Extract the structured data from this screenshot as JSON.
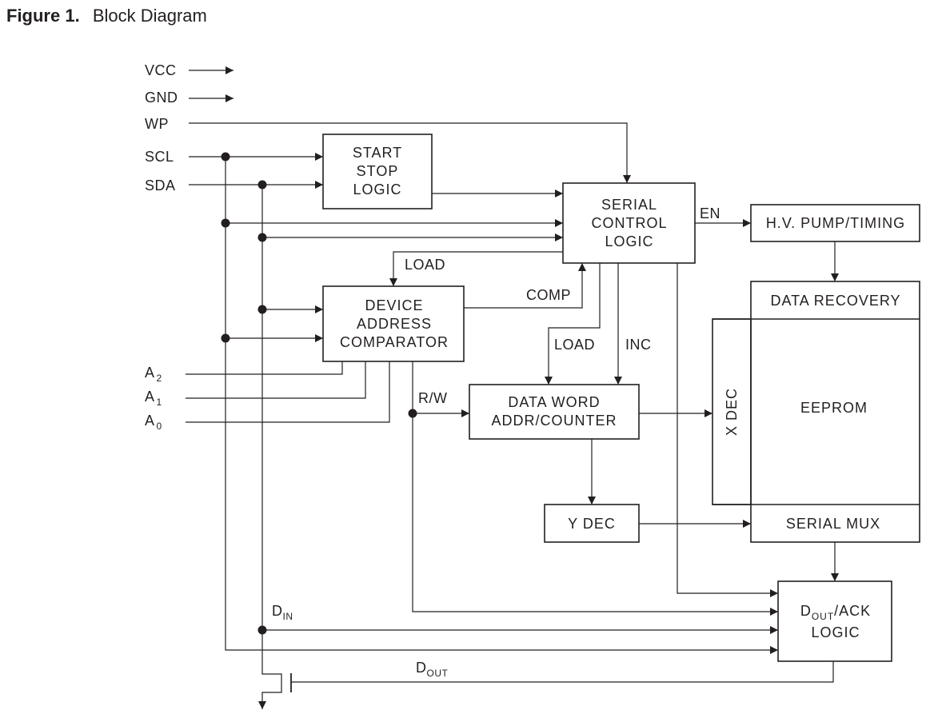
{
  "figure": {
    "number": "Figure 1.",
    "title": "Block Diagram"
  },
  "pins": {
    "vcc": "VCC",
    "gnd": "GND",
    "wp": "WP",
    "scl": "SCL",
    "sda": "SDA",
    "a2": {
      "base": "A",
      "sub": "2"
    },
    "a1": {
      "base": "A",
      "sub": "1"
    },
    "a0": {
      "base": "A",
      "sub": "0"
    }
  },
  "blocks": {
    "start_stop": [
      "START",
      "STOP",
      "LOGIC"
    ],
    "serial_control": [
      "SERIAL",
      "CONTROL",
      "LOGIC"
    ],
    "hv_pump": "H.V. PUMP/TIMING",
    "data_recovery": "DATA RECOVERY",
    "eeprom": "EEPROM",
    "x_dec": "X DEC",
    "device_address": [
      "DEVICE",
      "ADDRESS",
      "COMPARATOR"
    ],
    "data_word": [
      "DATA WORD",
      "ADDR/COUNTER"
    ],
    "y_dec": "Y DEC",
    "serial_mux": "SERIAL MUX",
    "dout_ack": {
      "d": "D",
      "sub": "OUT",
      "rest": "/ACK",
      "line2": "LOGIC"
    }
  },
  "signals": {
    "en": "EN",
    "load_top": "LOAD",
    "comp": "COMP",
    "load_mid": "LOAD",
    "inc": "INC",
    "rw": "R/W",
    "din": {
      "base": "D",
      "sub": "IN"
    },
    "dout": {
      "base": "D",
      "sub": "OUT"
    }
  }
}
